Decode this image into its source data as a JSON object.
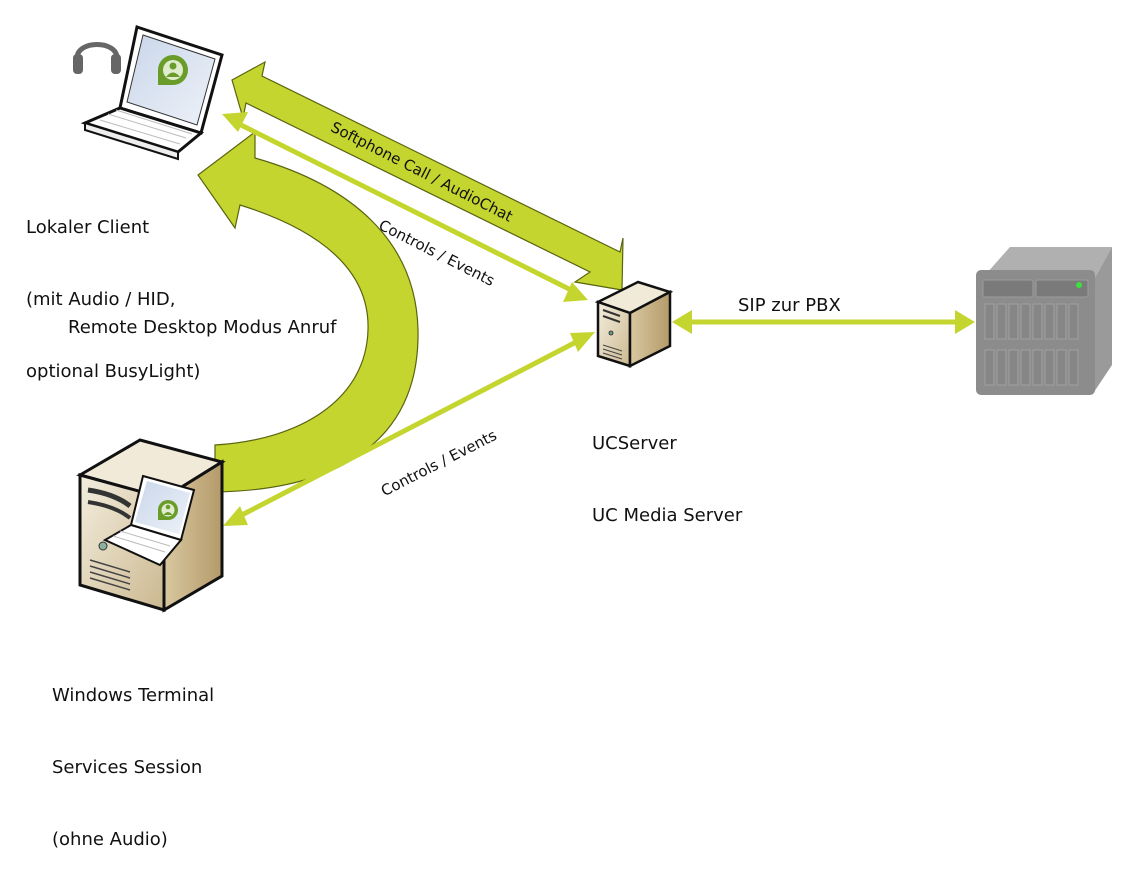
{
  "diagram": {
    "nodes": {
      "local_client": {
        "label_lines": [
          "Lokaler Client",
          "(mit Audio / HID,",
          "optional BusyLight)"
        ],
        "icon": "laptop-with-headset-icon"
      },
      "terminal_session": {
        "label_lines": [
          "Windows Terminal",
          "Services Session",
          "(ohne Audio)"
        ],
        "icon": "server-with-laptop-icon"
      },
      "ucserver": {
        "label_lines": [
          "UCServer",
          "UC Media Server"
        ],
        "icon": "tower-server-icon"
      },
      "pbx": {
        "label_lines": [],
        "icon": "pbx-rack-icon"
      }
    },
    "edges": {
      "softphone": {
        "label": "Softphone Call / AudioChat",
        "from": "local_client",
        "to": "ucserver",
        "direction": "bidirectional"
      },
      "controls_top": {
        "label": "Controls / Events",
        "from": "local_client",
        "to": "ucserver",
        "direction": "bidirectional"
      },
      "remote_desktop": {
        "label": "Remote Desktop Modus Anruf",
        "from": "terminal_session",
        "to": "local_client",
        "direction": "one-way"
      },
      "controls_bottom": {
        "label": "Controls / Events",
        "from": "terminal_session",
        "to": "ucserver",
        "direction": "bidirectional"
      },
      "sip": {
        "label": "SIP zur PBX",
        "from": "ucserver",
        "to": "pbx",
        "direction": "bidirectional"
      }
    },
    "colors": {
      "arrow_fill": "#c5d52f",
      "arrow_stroke": "#5a6410",
      "server_beige": "#d8c8a4",
      "pbx_gray": "#8c8c8c",
      "led_green": "#3ee03e",
      "avatar_green": "#6a9c2a"
    }
  }
}
